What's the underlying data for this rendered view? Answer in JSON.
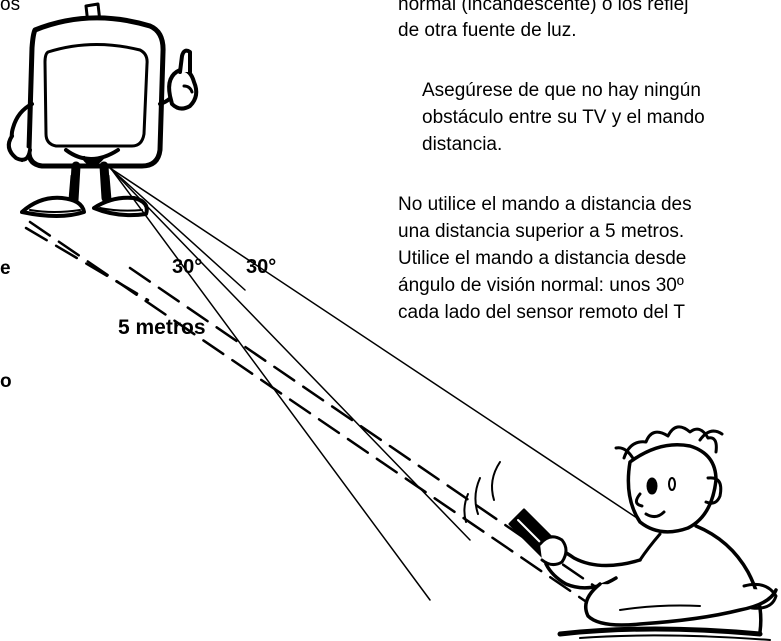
{
  "top_left_fragment": "os",
  "left_fragment_1": "e",
  "left_fragment_2": "o",
  "diagram": {
    "angle_left": "30°",
    "angle_right": "30°",
    "distance": "5 metros"
  },
  "paragraphs": [
    [
      "normal (incandescente) o los reflej",
      "de otra fuente de luz."
    ],
    [
      "Asegúrese de que no hay ningún",
      "obstáculo entre su TV y el mando",
      "distancia."
    ],
    [
      "No utilice el mando a distancia des",
      "una distancia superior a 5 metros.",
      "Utilice el mando a distancia desde",
      "ángulo de visión normal: unos 30º",
      "cada lado del sensor remoto del T"
    ]
  ],
  "colors": {
    "ink": "#000000",
    "paper": "#ffffff"
  }
}
